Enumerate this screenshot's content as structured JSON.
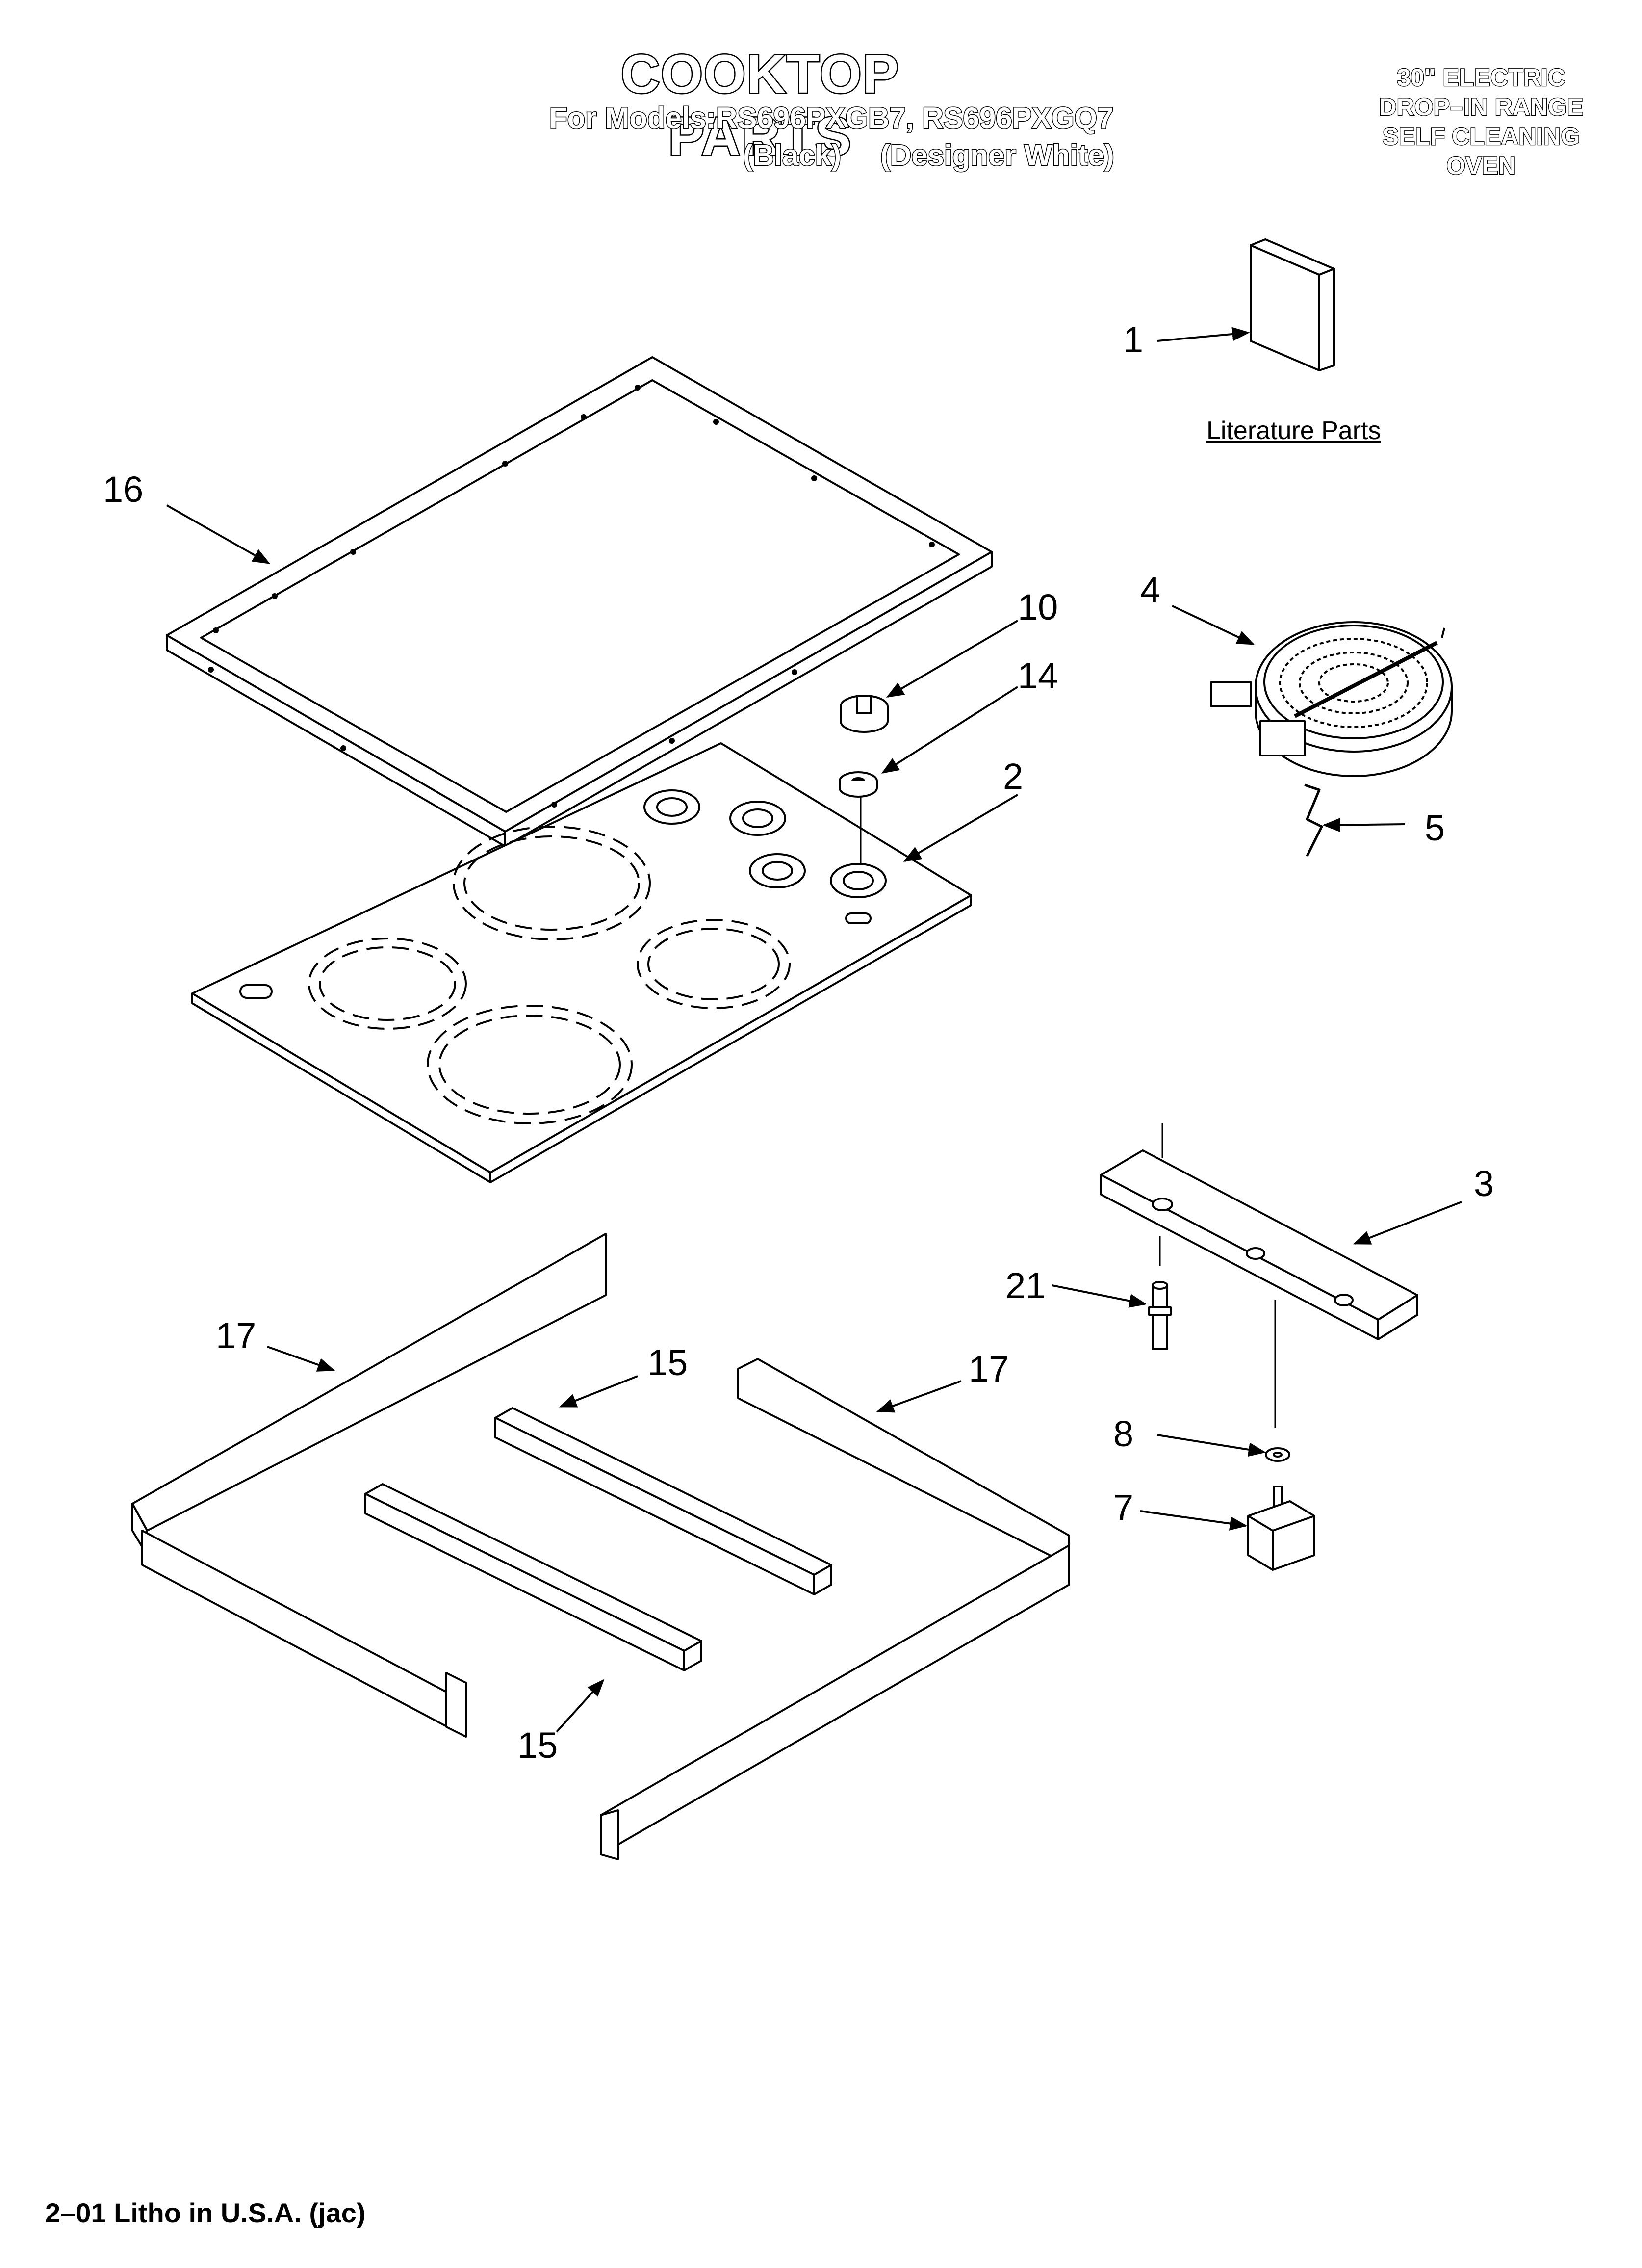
{
  "header": {
    "title": "COOKTOP PARTS",
    "models_line": "For Models:RS696PXGB7, RS696PXGQ7",
    "variant_black": "(Black)",
    "variant_white": "(Designer White)"
  },
  "spec": {
    "line1": "30\" ELECTRIC",
    "line2": "DROP–IN RANGE",
    "line3": "SELF CLEANING",
    "line4": "OVEN"
  },
  "literature_label": "Literature Parts",
  "footer": "2–01 Litho in U.S.A. (jac)",
  "callouts": {
    "c1": "1",
    "c2": "2",
    "c3": "3",
    "c4": "4",
    "c5": "5",
    "c7": "7",
    "c8": "8",
    "c10": "10",
    "c14": "14",
    "c15a": "15",
    "c15b": "15",
    "c16": "16",
    "c17a": "17",
    "c17b": "17",
    "c21": "21"
  }
}
